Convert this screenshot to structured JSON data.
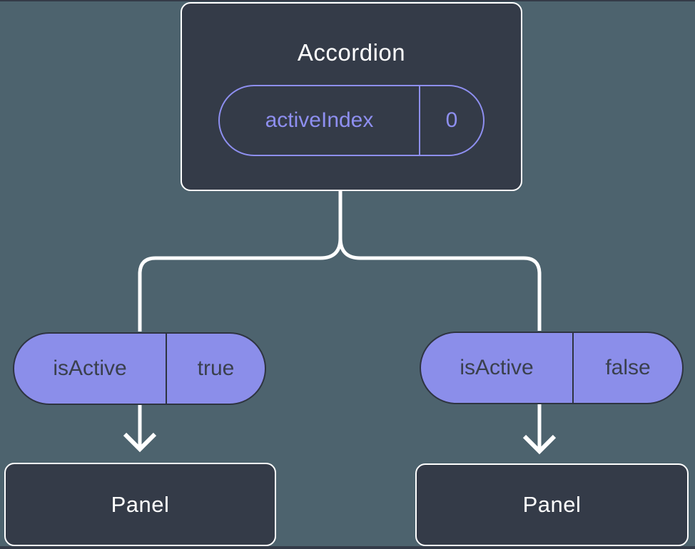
{
  "diagram": {
    "kind": "component-tree",
    "root_node": {
      "title": "Accordion",
      "state_pill": {
        "label": "activeIndex",
        "value": "0"
      }
    },
    "branches": [
      {
        "prop_pill": {
          "label": "isActive",
          "value": "true"
        },
        "child_node": {
          "title": "Panel"
        }
      },
      {
        "prop_pill": {
          "label": "isActive",
          "value": "false"
        },
        "child_node": {
          "title": "Panel"
        }
      }
    ],
    "colors": {
      "background": "#4d636e",
      "node_fill": "#343b48",
      "node_border": "#ffffff",
      "node_text": "#ffffff",
      "state_accent": "#8e8ff0",
      "prop_fill": "#8b8eea",
      "prop_border": "#2e3440",
      "prop_text": "#3a404d",
      "connector": "#ffffff"
    }
  }
}
